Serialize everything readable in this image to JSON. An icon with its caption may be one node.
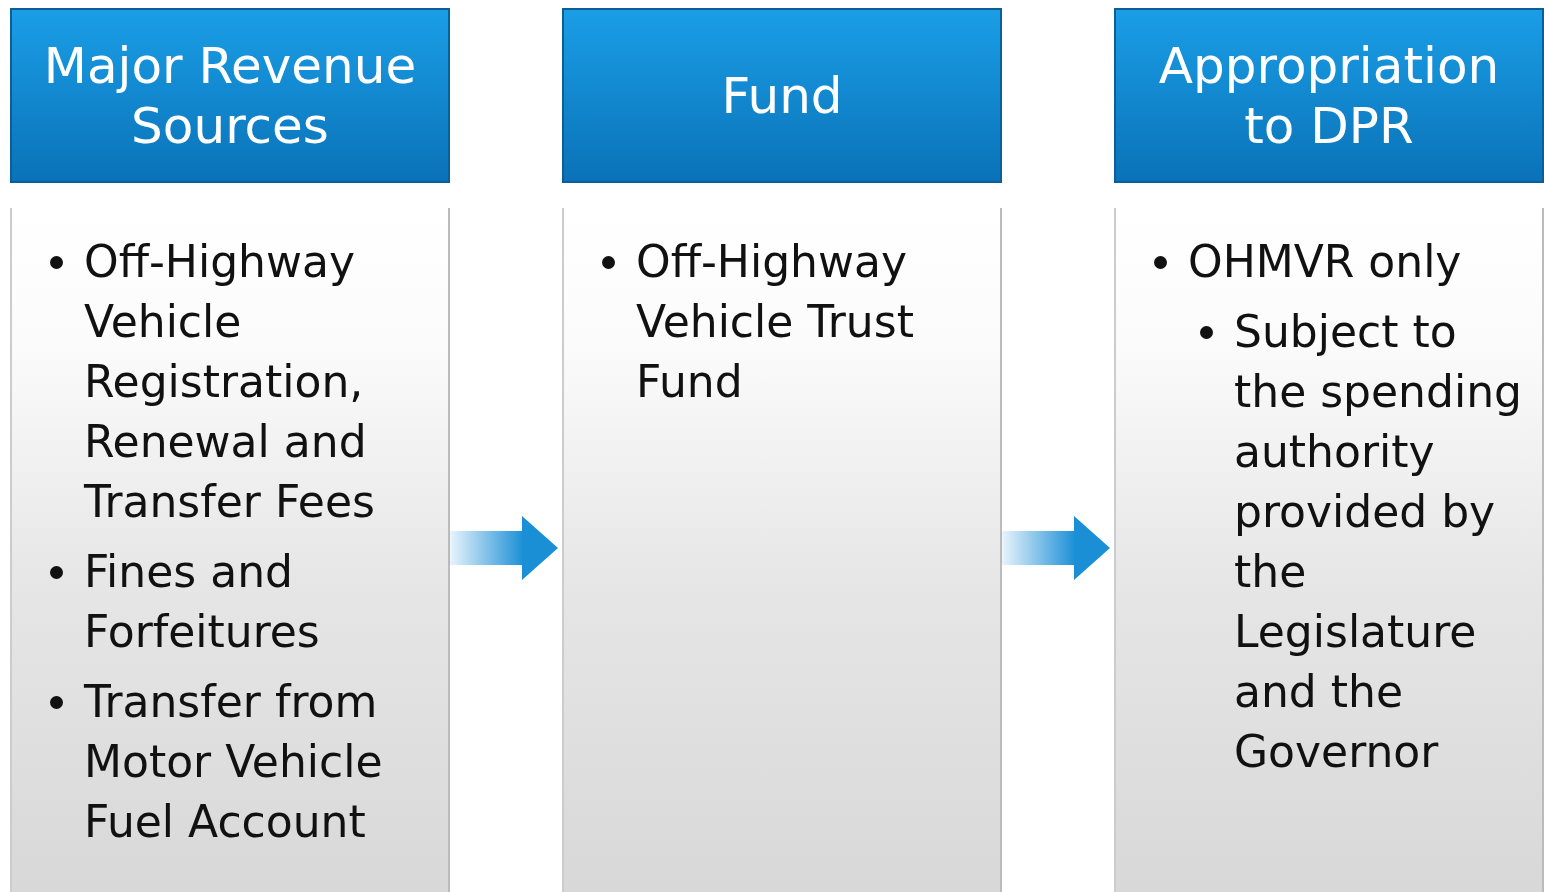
{
  "diagram": {
    "nodes": [
      {
        "text": [
          "Major Revenue Sources"
        ]
      },
      {
        "text": [
          "Off-Highway Vehicle Registration, Renewal and Transfer Fees",
          "Fines and Forfeitures",
          "Transfer from Motor Vehicle Fuel Account"
        ]
      },
      {
        "text": [
          "Fund"
        ]
      },
      {
        "text": [
          "Off-Highway Vehicle Trust Fund"
        ]
      },
      {
        "text": [
          "Appropriation to DPR"
        ]
      },
      {
        "text": [
          "OHMVR only",
          "Subject to the spending authority provided by the Legislature and the Governor"
        ]
      }
    ],
    "edges": [
      {
        "from": 1,
        "to": 3,
        "arrow": "to"
      },
      {
        "from": 3,
        "to": 5,
        "arrow": "to"
      }
    ]
  }
}
